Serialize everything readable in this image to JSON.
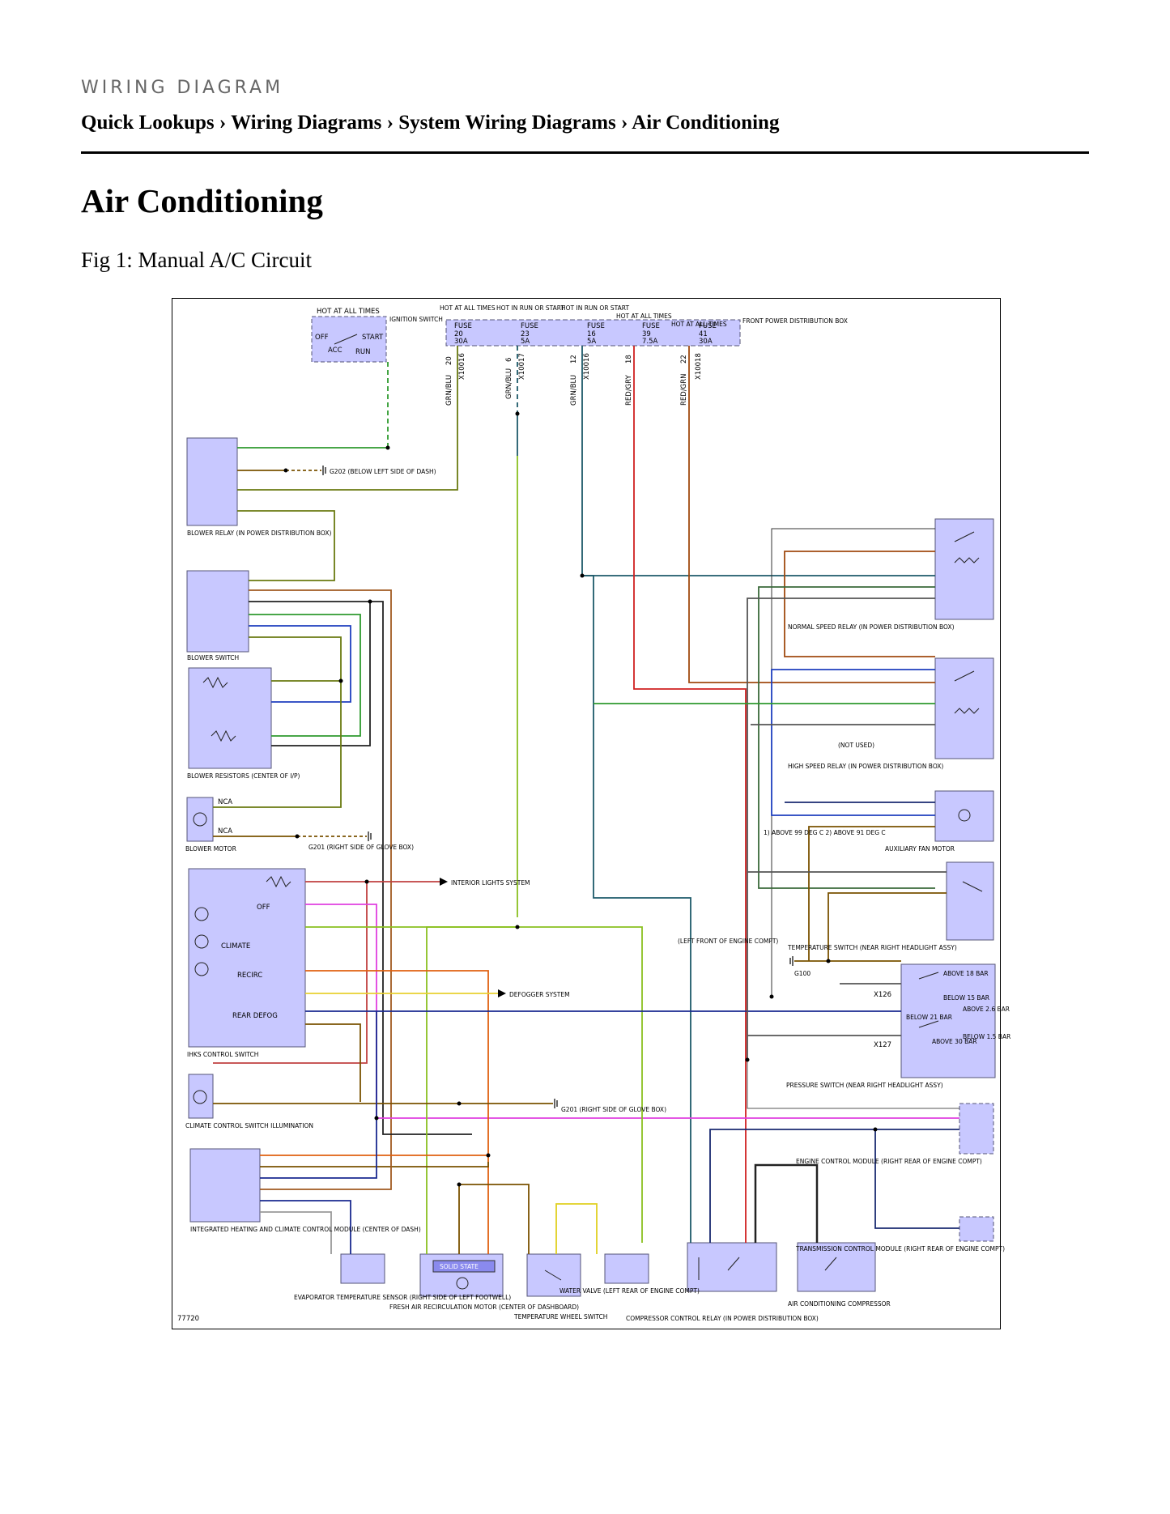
{
  "header": {
    "section_label": "WIRING DIAGRAM"
  },
  "breadcrumb": {
    "items": [
      "Quick Lookups",
      "Wiring Diagrams",
      "System Wiring Diagrams",
      "Air Conditioning"
    ],
    "separator": "›"
  },
  "page": {
    "title": "Air Conditioning",
    "figure_caption": "Fig 1: Manual A/C Circuit"
  },
  "diagram": {
    "figure_id": "77720",
    "top_labels": {
      "hot_at_all_times": "HOT AT ALL TIMES",
      "ignition_switch": "IGNITION SWITCH",
      "ign_off": "OFF",
      "ign_acc": "ACC",
      "ign_run": "RUN",
      "ign_start": "START",
      "fpdb": "FRONT POWER DISTRIBUTION BOX",
      "fuses": [
        {
          "state": "HOT AT ALL TIMES",
          "name": "FUSE",
          "num": "20",
          "amps": "30A",
          "pin": "20",
          "wire": "GRN/BLU",
          "conn": "X10016"
        },
        {
          "state": "HOT IN RUN OR START",
          "name": "FUSE",
          "num": "23",
          "amps": "5A",
          "pin": "6",
          "wire": "GRN/BLU",
          "conn": "X10017"
        },
        {
          "state": "HOT IN RUN OR START",
          "name": "FUSE",
          "num": "16",
          "amps": "5A",
          "pin": "12",
          "wire": "GRN/BLU",
          "conn": "X10016"
        },
        {
          "state": "HOT AT ALL TIMES",
          "name": "FUSE",
          "num": "39",
          "amps": "7.5A",
          "pin": "18",
          "wire": "RED/GRY",
          "conn": ""
        },
        {
          "state": "HOT AT ALL TIMES",
          "name": "FUSE",
          "num": "41",
          "amps": "30A",
          "pin": "22",
          "wire": "RED/GRN",
          "conn": "X10018"
        }
      ]
    },
    "components": {
      "blower_relay": "BLOWER RELAY (IN POWER DISTRIBUTION BOX)",
      "blower_switch": "BLOWER SWITCH",
      "blower_resistors": "BLOWER RESISTORS (CENTER OF I/P)",
      "blower_motor": "BLOWER MOTOR",
      "ihks": "IHKS CONTROL SWITCH",
      "climate_illum": "CLIMATE CONTROL SWITCH ILLUMINATION",
      "ihcm": "INTEGRATED HEATING AND CLIMATE CONTROL MODULE (CENTER OF DASH)",
      "evap_sensor": "EVAPORATOR TEMPERATURE SENSOR (RIGHT SIDE OF LEFT FOOTWELL)",
      "recirc_motor": "FRESH AIR RECIRCULATION MOTOR (CENTER OF DASHBOARD)",
      "solid_state": "SOLID STATE",
      "temp_wheel": "TEMPERATURE WHEEL SWITCH",
      "water_valve": "WATER VALVE (LEFT REAR OF ENGINE COMPT)",
      "comp_relay": "COMPRESSOR CONTROL RELAY (IN POWER DISTRIBUTION BOX)",
      "ac_comp": "AIR CONDITIONING COMPRESSOR",
      "normal_relay": "NORMAL SPEED RELAY (IN POWER DISTRIBUTION BOX)",
      "high_relay": "HIGH SPEED RELAY (IN POWER DISTRIBUTION BOX)",
      "aux_fan": "AUXILIARY FAN MOTOR",
      "temp_switch": "TEMPERATURE SWITCH (NEAR RIGHT HEADLIGHT ASSY)",
      "pressure_switch": "PRESSURE SWITCH (NEAR RIGHT HEADLIGHT ASSY)",
      "ecm": "ENGINE CONTROL MODULE (RIGHT REAR OF ENGINE COMPT)",
      "tcm": "TRANSMISSION CONTROL MODULE (RIGHT REAR OF ENGINE COMPT)"
    },
    "grounds": {
      "g202": "G202 (BELOW LEFT SIDE OF DASH)",
      "g201a": "G201 (RIGHT SIDE OF GLOVE BOX)",
      "g201b": "G201 (RIGHT SIDE OF GLOVE BOX)",
      "g100": "G100",
      "g100_loc": "(LEFT FRONT OF ENGINE COMPT)"
    },
    "misc": {
      "interior_lights": "INTERIOR LIGHTS SYSTEM",
      "defogger": "DEFOGGER SYSTEM",
      "not_used": "(NOT USED)",
      "nca": "NCA",
      "aux_note": "1) ABOVE 99 DEG C  2) ABOVE 91 DEG C",
      "x126": "X126",
      "x127": "X127",
      "off": "OFF",
      "climate": "CLIMATE",
      "recirc": "RECIRC",
      "rear_defog": "REAR DEFOG",
      "above18": "ABOVE 18 BAR",
      "below15": "BELOW 15 BAR",
      "below21": "BELOW 21 BAR",
      "above26": "ABOVE 2.6 BAR",
      "above30": "ABOVE 30 BAR",
      "below15b": "BELOW 1.5 BAR"
    }
  },
  "colors": {
    "component_fill": "#c8c8ff",
    "component_stroke": "#555577",
    "GRN": "#2e9a2e",
    "BLU": "#1f3fbf",
    "GRNBLU": "#1d5a6a",
    "BRN": "#7a5200",
    "GRNBRN": "#6a7a10",
    "GRNRED": "#a05a20",
    "BLK": "#222222",
    "GRY": "#999999",
    "RED": "#d02020",
    "REDGRN": "#a04a10",
    "REDGRY": "#c03a3a",
    "REDYEL": "#e06010",
    "VIOGRY": "#e040e0",
    "GRYRED": "#c04040",
    "GRNYEL": "#8ac020",
    "YEL": "#e0d020",
    "GRYYEL": "#e8d030",
    "BLKBLU": "#1a2a70",
    "BLKGRY": "#555555",
    "BLKGRN": "#3a6a3a",
    "BLKREDYEL": "#404040",
    "BLUBLK": "#1a2a90"
  }
}
